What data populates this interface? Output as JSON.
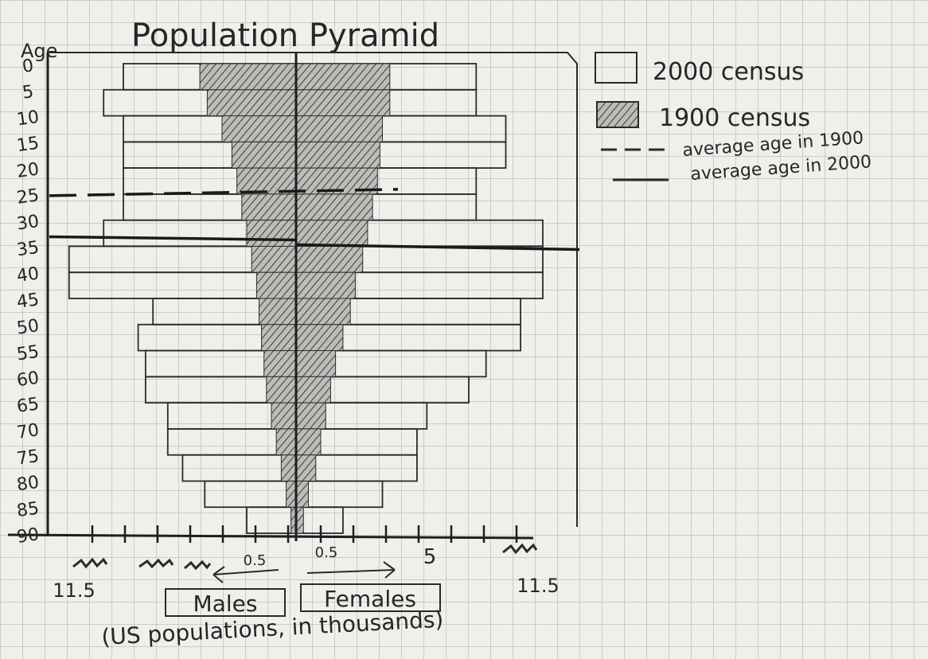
{
  "chart_data": {
    "type": "bar",
    "title": "Population Pyramid",
    "ylabel": "Age",
    "xlabel": "(US populations, in thousands)",
    "age_ticks": [
      "0",
      "5",
      "10",
      "15",
      "20",
      "25",
      "30",
      "35",
      "40",
      "45",
      "50",
      "55",
      "60",
      "65",
      "70",
      "75",
      "80",
      "85",
      "90"
    ],
    "x_tick_labels": {
      "left_inner": "0.5",
      "left_outer": "11.5",
      "right_inner": "0.5",
      "right_mid": "5",
      "right_outer": "11.5"
    },
    "males_label": "Males",
    "females_label": "Females",
    "series": [
      {
        "name": "2000 census",
        "male": [
          7.0,
          7.8,
          7.0,
          7.0,
          7.0,
          7.0,
          7.8,
          9.2,
          9.2,
          5.8,
          6.4,
          6.1,
          6.1,
          5.2,
          5.2,
          4.6,
          3.7,
          2.0
        ],
        "female": [
          7.3,
          7.3,
          8.5,
          8.5,
          7.3,
          7.3,
          10.0,
          10.0,
          10.0,
          9.1,
          9.1,
          7.7,
          7.0,
          5.3,
          4.9,
          4.9,
          3.5,
          1.9
        ]
      },
      {
        "name": "1900 census",
        "male": [
          3.9,
          3.6,
          3.0,
          2.6,
          2.4,
          2.2,
          2.0,
          1.8,
          1.6,
          1.5,
          1.4,
          1.3,
          1.2,
          1.0,
          0.8,
          0.6,
          0.4,
          0.2
        ],
        "female": [
          3.8,
          3.8,
          3.5,
          3.4,
          3.3,
          3.1,
          2.9,
          2.7,
          2.4,
          2.2,
          1.9,
          1.6,
          1.4,
          1.2,
          1.0,
          0.8,
          0.5,
          0.3
        ]
      }
    ],
    "annotations": [
      {
        "label": "average age in 1900",
        "age": 25,
        "style": "dashed"
      },
      {
        "label": "average age in 2000",
        "age": 35,
        "style": "solid"
      }
    ],
    "legend": {
      "position": "top-right",
      "items": [
        "2000 census",
        "1900 census",
        "average age in 1900",
        "average age in 2000"
      ]
    }
  }
}
